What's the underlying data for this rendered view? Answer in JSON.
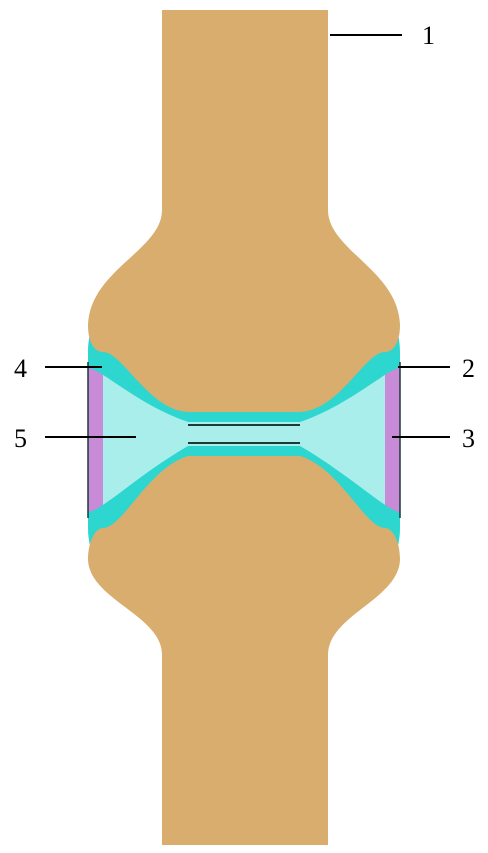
{
  "colors": {
    "bone": "#D8AD6E",
    "cartilage": "#2ED6D0",
    "cavity": "#A9EEEB",
    "capsule": "#C78BD8",
    "line": "#000000",
    "background": "#FFFFFF"
  },
  "labels": {
    "l1": "1",
    "l2": "2",
    "l3": "3",
    "l4": "4",
    "l5": "5"
  }
}
